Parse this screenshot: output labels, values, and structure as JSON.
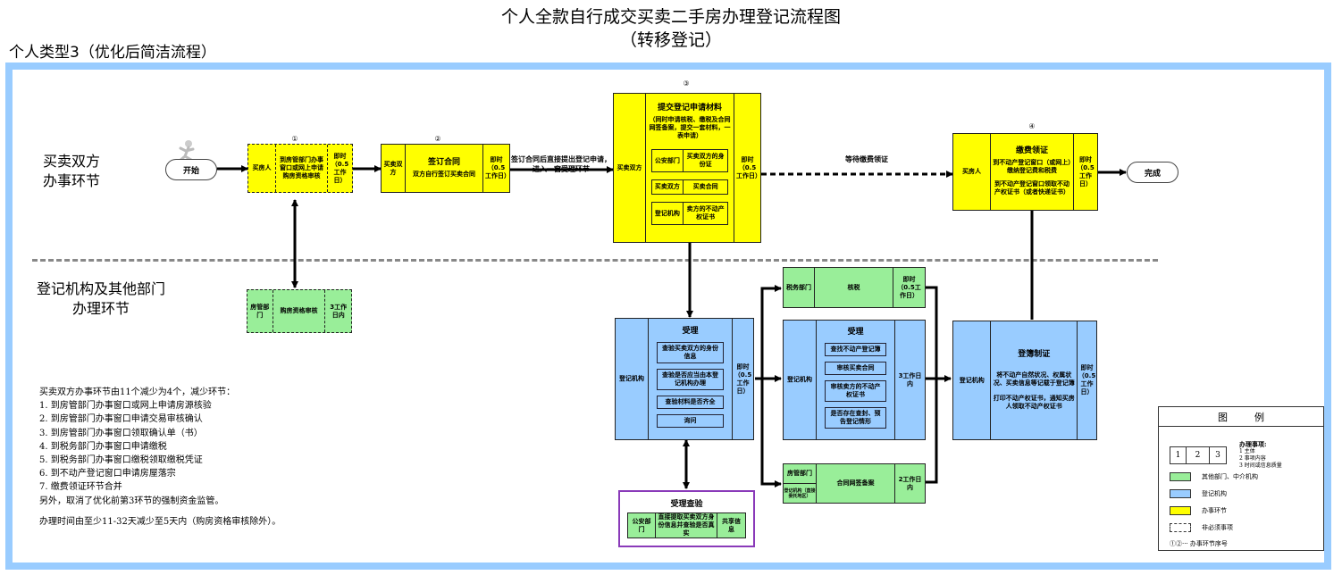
{
  "header": {
    "title": "个人全款自行成交买卖二手房办理登记流程图",
    "title_sub": "（转移登记）",
    "type_label": "个人类型3（优化后简洁流程）"
  },
  "lanes": {
    "top": [
      "买卖双方",
      "办事环节"
    ],
    "bottom": [
      "登记机构及其他部门",
      "办理环节"
    ]
  },
  "start_label": "开始",
  "end_label": "完成",
  "steps": {
    "step1": {
      "num": "①",
      "actor": "买房人",
      "content": "到房管部门办事窗口或网上申请购房资格审核",
      "time": "即时（0.5工作日）"
    },
    "step1_review": {
      "actor": "房管部门",
      "content": "购房资格审核",
      "time": "3工作日内"
    },
    "step2": {
      "num": "②",
      "actor": "买卖双方",
      "title": "签订合同",
      "content": "双方自行签订买卖合同",
      "time": "即时（0.5工作日）"
    },
    "step2_arrow_label": [
      "签订合同后直接提出登记申请，",
      "进入一窗受理环节"
    ],
    "step3": {
      "num": "③",
      "actor": "买卖双方",
      "title": "提交登记申请材料",
      "note": "（同时申请核税、缴税及合同网签备案，提交一套材料，一表申请）",
      "rows": [
        {
          "left": "公安部门",
          "right": "买卖双方的身份证"
        },
        {
          "left": "买卖双方",
          "right": "买卖合同"
        },
        {
          "left": "登记机构",
          "right": "卖方的不动产权证书"
        }
      ],
      "time": "即时（0.5工作日）"
    },
    "wait_label": "等待缴费领证",
    "step4": {
      "num": "④",
      "actor": "买房人",
      "title": "缴费领证",
      "content1": "到不动产登记窗口（或网上）缴纳登记费和税费",
      "content2": "到不动产登记窗口领取不动产权证书（或者快递证书）",
      "time": "即时（0.5工作日）"
    },
    "accept1": {
      "actor": "登记机构",
      "title": "受理",
      "items": [
        "查验买卖双方的身份信息",
        "查验是否应当由本登记机构办理",
        "查验材料是否齐全",
        "询问"
      ],
      "time": "即时（0.5工作日）"
    },
    "accept_check": {
      "title": "受理查验",
      "left": "公安部门",
      "content": "直接提取买卖双方身份信息并查验是否真实",
      "right": "共享信息"
    },
    "tax": {
      "actor": "税务部门",
      "content": "核税",
      "time": "即时（0.5工作日）"
    },
    "accept2": {
      "actor": "登记机构",
      "title": "受理",
      "items": [
        "查找不动产登记簿",
        "审核买卖合同",
        "审核卖方的不动产权证书",
        "是否存在查封、预告登记情形"
      ],
      "time": "3工作日内"
    },
    "contract_filing": {
      "actor_top": "房管部门",
      "actor_bottom": "登记机构（直接委托地区）",
      "content": "合同网签备案",
      "time": "2工作日内"
    },
    "register": {
      "actor": "登记机构",
      "title": "登簿制证",
      "content1": "将不动产自然状况、权属状况、买卖信息等记载于登记簿",
      "content2": "打印不动产权证书，通知买房人领取不动产权证书",
      "time": "即时（0.5工作日）"
    }
  },
  "notes": {
    "lines": [
      "买卖双方办事环节由11个减少为4个，减少环节：",
      "1. 到房管部门办事窗口或网上申请房源核验",
      "2. 到房管部门办事窗口申请交易审核确认",
      "3. 到房管部门办事窗口领取确认单（书）",
      "4. 到税务部门办事窗口申请缴税",
      "5. 到税务部门办事窗口缴税领取缴税凭证",
      "6. 到不动产登记窗口申请房屋落宗",
      "7. 缴费领证环节合并",
      "另外，取消了优化前第3环节的强制资金监管。"
    ],
    "summary": "办理时间由至少11-32天减少至5天内（购房资格审核除外）。"
  },
  "legend": {
    "title": "图例",
    "cells": [
      "1",
      "2",
      "3"
    ],
    "items_title": "办理事项:",
    "items": [
      "1 主体",
      "2 事项内容",
      "3 时间或信息质量"
    ],
    "green": "其他部门、中介机构",
    "blue": "登记机构",
    "yellow": "办事环节",
    "dashed": "非必须事项",
    "seq": "①②···  办事环节序号",
    "colors": {
      "green": "#99ee99",
      "blue": "#99ccff",
      "yellow": "#ffff00",
      "frame": "#99ccff",
      "purple": "#8a3ab9"
    }
  }
}
